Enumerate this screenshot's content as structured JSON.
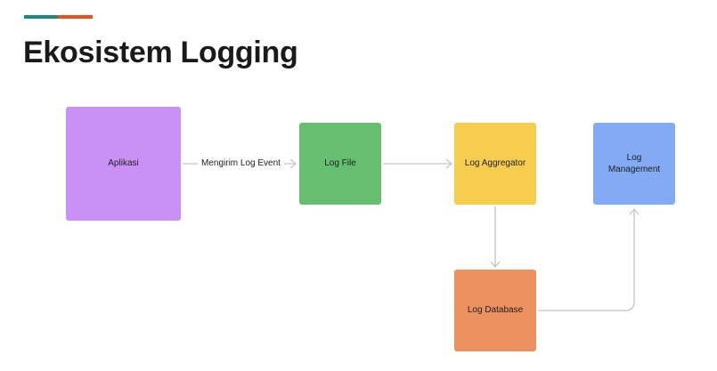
{
  "title": "Ekosistem Logging",
  "colors": {
    "accent_teal": "#1d8b7c",
    "accent_orange": "#e2531f",
    "app": "#c990f5",
    "log_file": "#66bf70",
    "log_aggregator": "#f7cd4d",
    "log_management": "#82aaf5",
    "log_database": "#ec9260",
    "connector": "#c4c4c4"
  },
  "nodes": {
    "app": "Aplikasi",
    "log_file": "Log File",
    "log_aggregator": "Log Aggregator",
    "log_management": "Log\nManagement",
    "log_database": "Log Database"
  },
  "edges": {
    "app_to_file": "Mengirim Log Event"
  }
}
